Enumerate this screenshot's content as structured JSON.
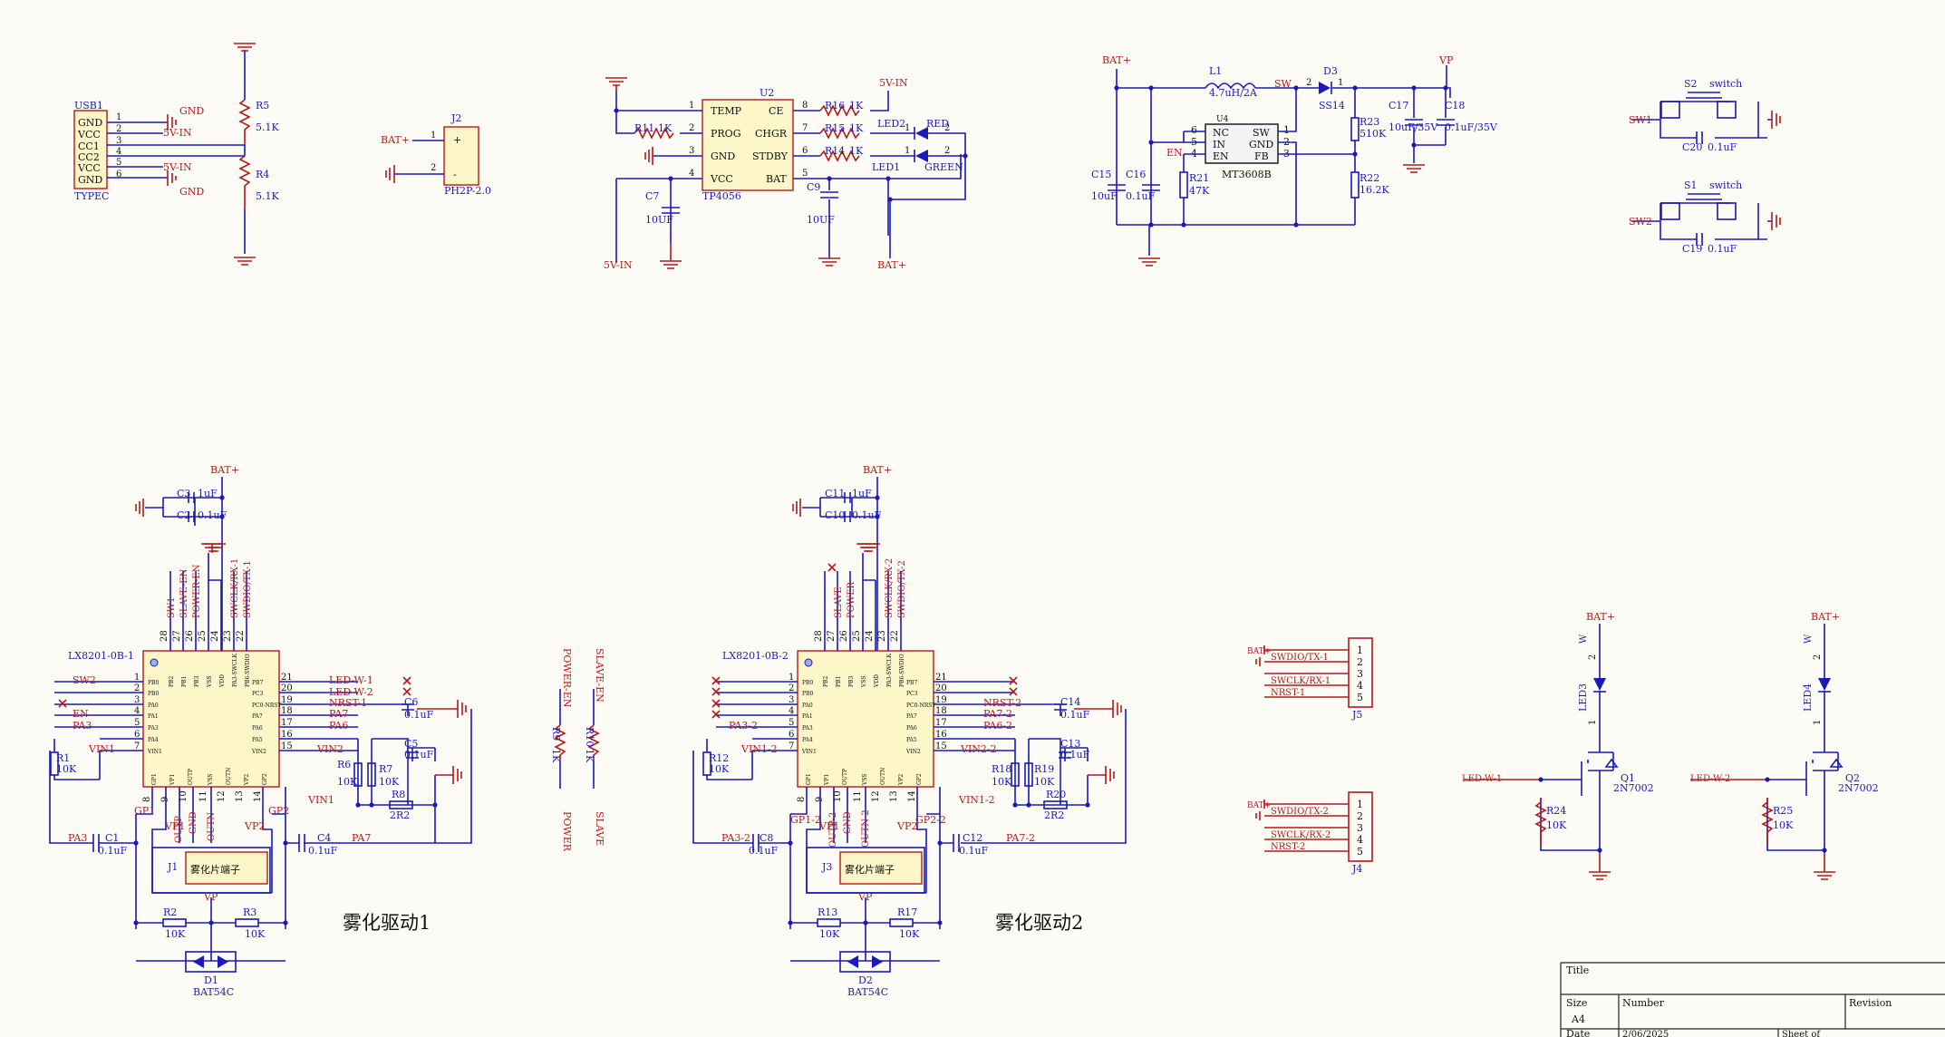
{
  "title_block": {
    "title_label": "Title",
    "size_label": "Size",
    "size_value": "A4",
    "number_label": "Number",
    "revision_label": "Revision",
    "date_label": "Date",
    "date_value": "2/06/2025",
    "sheet_label": "Sheet  of"
  },
  "usb": {
    "ref": "USB1",
    "type": "TYPEC",
    "pins": [
      "GND",
      "VCC",
      "CC1",
      "CC2",
      "VCC",
      "GND"
    ],
    "pin_numbers": [
      "1",
      "2",
      "3",
      "4",
      "5",
      "6"
    ],
    "net_5v": "5V-IN",
    "net_gnd": "GND",
    "r5_ref": "R5",
    "r5_val": "5.1K",
    "r4_ref": "R4",
    "r4_val": "5.1K"
  },
  "j2": {
    "ref": "J2",
    "type": "PH2P-2.0",
    "net": "BAT+",
    "pin1": "1",
    "pin2": "2",
    "plus": "+",
    "minus": "-"
  },
  "tp4056": {
    "ref": "U2",
    "type": "TP4056",
    "left_pins": [
      "TEMP",
      "PROG",
      "GND",
      "VCC"
    ],
    "left_nums": [
      "1",
      "2",
      "3",
      "4"
    ],
    "right_pins": [
      "CE",
      "CHGR",
      "STDBY",
      "BAT"
    ],
    "right_nums": [
      "8",
      "7",
      "6",
      "5"
    ],
    "r11": "R11",
    "r11v": "1K",
    "r16": "R16",
    "r16v": "1K",
    "r15": "R15",
    "r15v": "1K",
    "r14": "R14",
    "r14v": "1K",
    "net_5v": "5V-IN",
    "net_bat": "BAT+",
    "c7": "C7",
    "c7v": "10UF",
    "c9": "C9",
    "c9v": "10UF",
    "led2": "LED2",
    "led1": "LED1",
    "red": "RED",
    "green": "GREEN",
    "n1": "1",
    "n2": "2"
  },
  "boost": {
    "bat": "BAT+",
    "l1": "L1",
    "l1v": "4.7uH/2A",
    "sw": "SW",
    "d3": "D3",
    "d3v": "SS14",
    "vp": "VP",
    "u4": "U4",
    "u4v": "MT3608B",
    "left_pins": [
      "NC",
      "IN",
      "EN"
    ],
    "left_nums": [
      "6",
      "5",
      "4"
    ],
    "right_pins": [
      "SW",
      "GND",
      "FB"
    ],
    "right_nums": [
      "1",
      "2",
      "3"
    ],
    "en": "EN",
    "c15": "C15",
    "c15v": "10uF",
    "c16": "C16",
    "c16v": "0.1uF",
    "r21": "R21",
    "r21v": "47K",
    "r23": "R23",
    "r23v": "510K",
    "r22": "R22",
    "r22v": "16.2K",
    "c17": "C17",
    "c17v": "10uF/35V",
    "c18": "C18",
    "c18v": "0.1uF/35V",
    "n1": "1",
    "n2": "2"
  },
  "switches": [
    {
      "ref": "S2",
      "type": "switch",
      "net": "SW1",
      "cap": "C20",
      "capv": "0.1uF"
    },
    {
      "ref": "S1",
      "type": "switch",
      "net": "SW2",
      "cap": "C19",
      "capv": "0.1uF"
    }
  ],
  "drivers": [
    {
      "ic": "LX8201-0B-1",
      "title": "雾化驱动1",
      "top_labels": [
        "SW1",
        "SLAVE-EN",
        "POWER-EN",
        "",
        "",
        "SWCLK/RX-1",
        "SWDIO/TX-1"
      ],
      "top_nums": [
        "28",
        "27",
        "26",
        "25",
        "24",
        "23",
        "22"
      ],
      "top_pins": [
        "PB2",
        "PB1",
        "PB3",
        "VSS",
        "VDD",
        "PA3-SWCLK",
        "PB6-SWDIO"
      ],
      "left_nets": [
        "SW2",
        "",
        "",
        "EN",
        "PA3",
        "",
        "VIN1"
      ],
      "left_nums": [
        "1",
        "2",
        "3",
        "4",
        "5",
        "6",
        "7"
      ],
      "left_pins": [
        "PB0",
        "PB0",
        "PA0",
        "PA1",
        "PA3",
        "PA4",
        "VIN1"
      ],
      "right_nets": [
        "LED-W-1",
        "LED-W-2",
        "NRST-1",
        "PA7",
        "PA6",
        "",
        "VIN2"
      ],
      "right_nums": [
        "21",
        "20",
        "19",
        "18",
        "17",
        "16",
        "15"
      ],
      "right_pins": [
        "PB7",
        "PC3",
        "PC0-NRST",
        "PA7",
        "PA6",
        "PA5",
        "VIN2"
      ],
      "bot_nums": [
        "8",
        "9",
        "10",
        "11",
        "12",
        "13",
        "14"
      ],
      "bot_pins": [
        "GP1",
        "VP1",
        "OUTP",
        "VSS",
        "OUTN",
        "VP2",
        "GP2"
      ],
      "bat": "BAT+",
      "ca": "C3",
      "cav": "1uF",
      "cb": "C2",
      "cbv": "0.1uF",
      "r1": "R1",
      "r1v": "10K",
      "cr": "C6",
      "crv": "0.1uF",
      "cs": "C5",
      "csv": "0.1uF",
      "ra": "R6",
      "rav": "10K",
      "rb": "R7",
      "rbv": "10K",
      "rc": "R8",
      "rcv": "2R2",
      "vin": "VIN1",
      "vin2": "VIN2",
      "gp1": "GP1",
      "gp2": "GP2",
      "vp1": "VP1",
      "vp2": "VP2",
      "outp": "OUTP",
      "gnd": "GND",
      "outn": "OUTN",
      "ccl": "C1",
      "cclv": "0.1uF",
      "ccr": "C4",
      "ccrv": "0.1uF",
      "pa_left": "PA3",
      "pa_right": "PA7",
      "j": "J1",
      "jv": "雾化片端子",
      "vp": "VP",
      "rl": "R2",
      "rlv": "10K",
      "rr": "R3",
      "rrv": "10K",
      "d": "D1",
      "dv": "BAT54C"
    },
    {
      "ic": "LX8201-0B-2",
      "title": "雾化驱动2",
      "top_labels": [
        "",
        "SLAVE",
        "POWER",
        "",
        "",
        "SWCLK/RX-2",
        "SWDIO/TX-2"
      ],
      "top_nums": [
        "28",
        "27",
        "26",
        "25",
        "24",
        "23",
        "22"
      ],
      "top_pins": [
        "PB2",
        "PB1",
        "PB3",
        "VSS",
        "VDD",
        "PA3-SWCLK",
        "PB6-SWDIO"
      ],
      "left_nets": [
        "",
        "",
        "",
        "",
        "PA3-2",
        "",
        "VIN1-2"
      ],
      "left_nums": [
        "1",
        "2",
        "3",
        "4",
        "5",
        "6",
        "7"
      ],
      "left_pins": [
        "PB0",
        "PB0",
        "PA0",
        "PA1",
        "PA3",
        "PA4",
        "VIN1"
      ],
      "right_nets": [
        "",
        "",
        "NRST-2",
        "PA7-2",
        "PA6-2",
        "",
        "VIN2-2"
      ],
      "right_nums": [
        "21",
        "20",
        "19",
        "18",
        "17",
        "16",
        "15"
      ],
      "right_pins": [
        "PB7",
        "PC3",
        "PC0-NRST",
        "PA7",
        "PA6",
        "PA5",
        "VIN2"
      ],
      "bot_nums": [
        "8",
        "9",
        "10",
        "11",
        "12",
        "13",
        "14"
      ],
      "bot_pins": [
        "GP1",
        "VP1",
        "OUTP",
        "VSS",
        "OUTN",
        "VP2",
        "GP2"
      ],
      "bat": "BAT+",
      "ca": "C11",
      "cav": "1uF",
      "cb": "C10",
      "cbv": "0.1uF",
      "r1": "R12",
      "r1v": "10K",
      "cr": "C14",
      "crv": "0.1uF",
      "cs": "C13",
      "csv": "0.1uF",
      "ra": "R18",
      "rav": "10K",
      "rb": "R19",
      "rbv": "10K",
      "rc": "R20",
      "rcv": "2R2",
      "vin": "VIN1-2",
      "vin2": "VIN2-2",
      "gp1": "GP1-2",
      "gp2": "GP2-2",
      "vp1": "VP1",
      "vp2": "VP2",
      "outp": "OUTP-2",
      "gnd": "GND",
      "outn": "OUTN-2",
      "ccl": "C8",
      "cclv": "0.1uF",
      "ccr": "C12",
      "ccrv": "0.1uF",
      "pa_left": "PA3-2",
      "pa_right": "PA7-2",
      "j": "J3",
      "jv": "雾化片端子",
      "vp": "VP",
      "rl": "R13",
      "rlv": "10K",
      "rr": "R17",
      "rrv": "10K",
      "d": "D2",
      "dv": "BAT54C"
    }
  ],
  "links": {
    "r9": "R9",
    "r9v": "1K",
    "r10": "R10",
    "r10v": "1K",
    "power_en": "POWER-EN",
    "slave_en": "SLAVE-EN",
    "power": "POWER",
    "slave": "SLAVE"
  },
  "connectors": [
    {
      "ref": "J5",
      "bat": "BAT+",
      "nets": [
        "SWDIO/TX-1",
        "SWCLK/RX-1",
        "NRST-1"
      ],
      "pins": [
        "1",
        "2",
        "3",
        "4",
        "5"
      ]
    },
    {
      "ref": "J4",
      "bat": "BAT+",
      "nets": [
        "SWDIO/TX-2",
        "SWCLK/RX-2",
        "NRST-2"
      ],
      "pins": [
        "1",
        "2",
        "3",
        "4",
        "5"
      ]
    }
  ],
  "leds": [
    {
      "bat": "BAT+",
      "w": "W",
      "led": "LED3",
      "q": "Q1",
      "qv": "2N7002",
      "r": "R24",
      "rv": "10K",
      "net": "LED-W-1",
      "n1": "1",
      "n2": "2"
    },
    {
      "bat": "BAT+",
      "w": "W",
      "led": "LED4",
      "q": "Q2",
      "qv": "2N7002",
      "r": "R25",
      "rv": "10K",
      "net": "LED-W-2",
      "n1": "1",
      "n2": "2"
    }
  ]
}
